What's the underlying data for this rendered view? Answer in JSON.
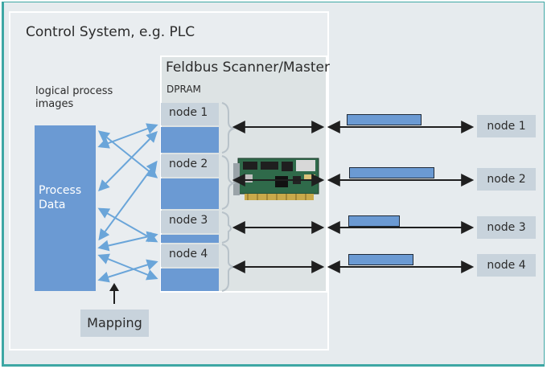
{
  "control_system": {
    "title": "Control System, e.g. PLC",
    "logical_label": "logical process images",
    "process_data_label": "Process Data",
    "mapping_label": "Mapping"
  },
  "scanner": {
    "title": "Feldbus Scanner/Master",
    "dpram_label": "DPRAM",
    "slots": [
      "node 1",
      "node 2",
      "node 3",
      "node 4"
    ]
  },
  "nodes": [
    "node 1",
    "node 2",
    "node 3",
    "node 4"
  ],
  "colors": {
    "frame": "#3ea7a4",
    "data_blue": "#6b9ad3",
    "arrow_blue": "#6aa5d9",
    "label_box": "#c8d3dc",
    "background": "#e6ebee"
  },
  "icons": {
    "card": "interface-card-icon",
    "mapping_arrow": "arrow-up-icon"
  }
}
